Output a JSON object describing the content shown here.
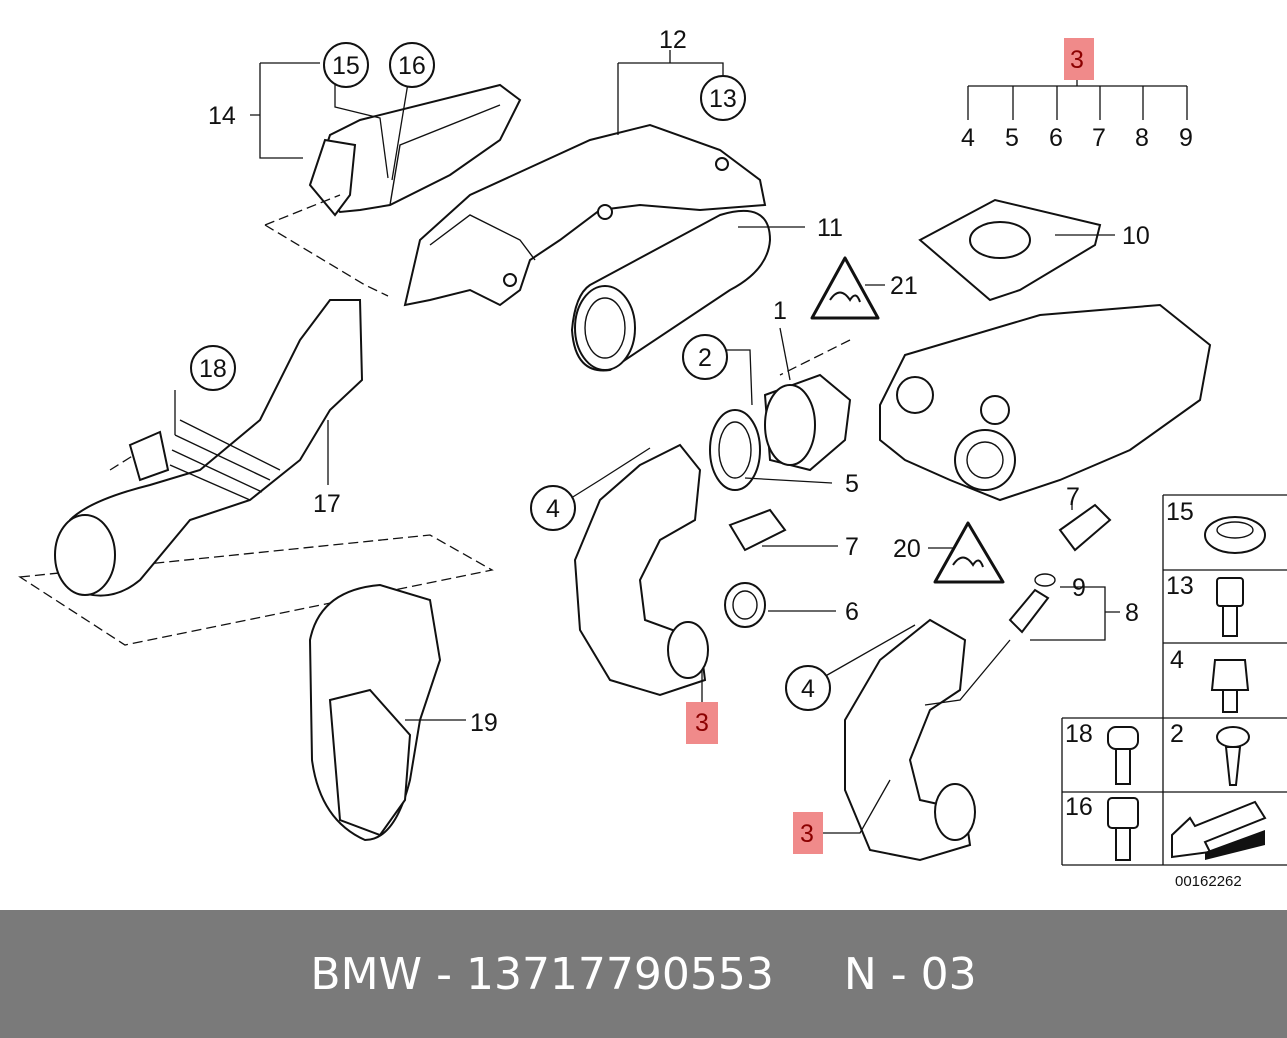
{
  "diagram": {
    "highlight_color": "#f08a8a",
    "callouts": {
      "c1": "1",
      "c2": "2",
      "c3_top": "3",
      "c3_mid": "3",
      "c3_bottom": "3",
      "c4_left": "4",
      "c4_right": "4",
      "c4_sub": "4",
      "c5": "5",
      "c6": "6",
      "c7_top": "7",
      "c7_left": "7",
      "c7_sub": "7",
      "c8": "8",
      "c8_sub": "8",
      "c9": "9",
      "c9_sub": "9",
      "c10": "10",
      "c11": "11",
      "c12": "12",
      "c13": "13",
      "c14": "14",
      "c15": "15",
      "c16": "16",
      "c17": "17",
      "c18": "18",
      "c19": "19",
      "c20": "20",
      "c21": "21"
    },
    "legend": [
      "15",
      "13",
      "4",
      "18",
      "2",
      "16"
    ],
    "reference": "00162262"
  },
  "footer": {
    "brand": "BMW",
    "separator": "-",
    "part_number": "13717790553",
    "code": "N - 03"
  }
}
